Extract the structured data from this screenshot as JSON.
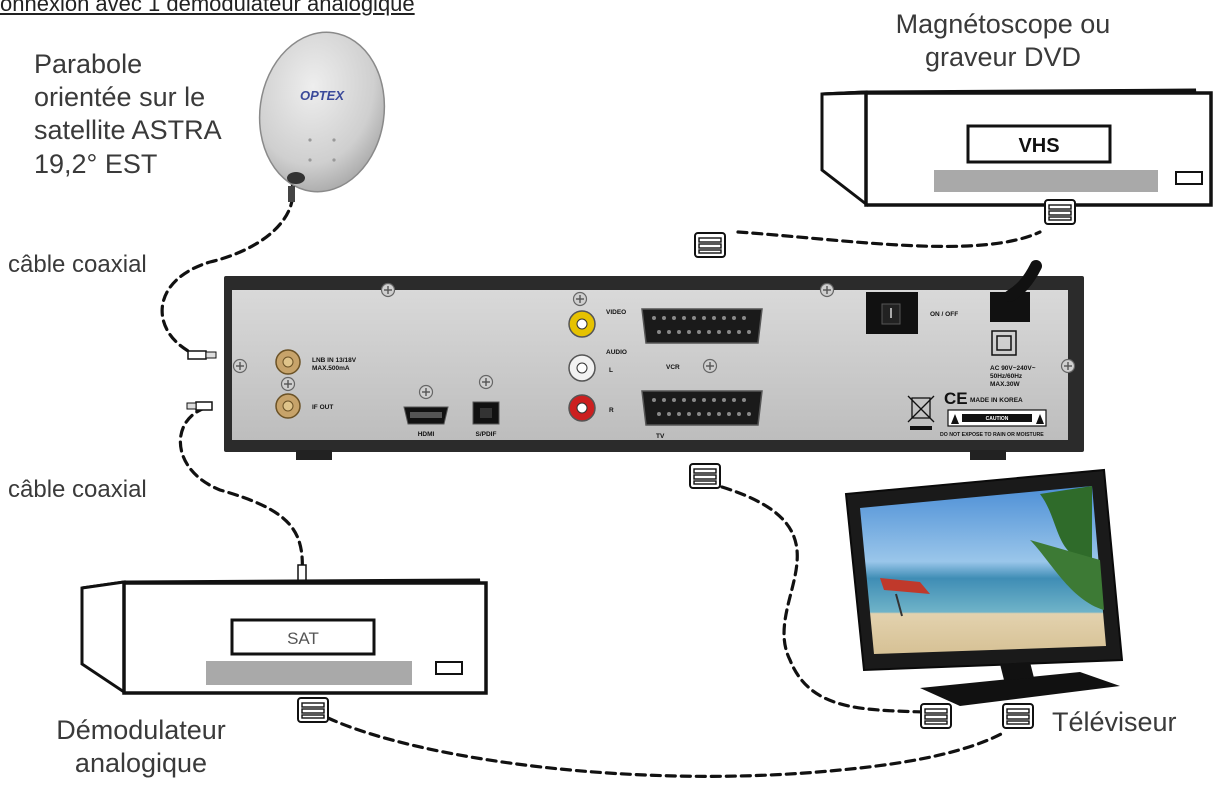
{
  "title": "onnexion avec 1 démodulateur analogique",
  "labels": {
    "dish": [
      "Parabole",
      "orientée sur le",
      "satellite ASTRA",
      "19,2° EST"
    ],
    "recorder": [
      "Magnétoscope ou",
      "graveur DVD"
    ],
    "coax_top": "câble coaxial",
    "coax_bottom": "câble coaxial",
    "demodulator": [
      "Démodulateur",
      "analogique"
    ],
    "tv": "Téléviseur"
  },
  "device_text": {
    "dish_brand": "OPTEX",
    "vcr_slot": "VHS",
    "sat_slot": "SAT"
  },
  "receiver_panel": {
    "lnb_in": "LNB IN 13/18V",
    "lnb_max": "MAX.500mA",
    "if_out": "IF OUT",
    "hdmi": "HDMI",
    "spdif": "S/PDIF",
    "video": "VIDEO",
    "audio": "AUDIO",
    "audio_l": "L",
    "audio_r": "R",
    "vcr": "VCR",
    "tv": "TV",
    "on_off": "ON / OFF",
    "power_1": "AC 90V~240V~",
    "power_2": "50Hz/60Hz",
    "power_3": "MAX.30W",
    "made_in": "MADE IN KOREA",
    "ce": "CE",
    "caution": "CAUTION",
    "warning": "DO NOT EXPOSE TO RAIN OR MOISTURE"
  }
}
